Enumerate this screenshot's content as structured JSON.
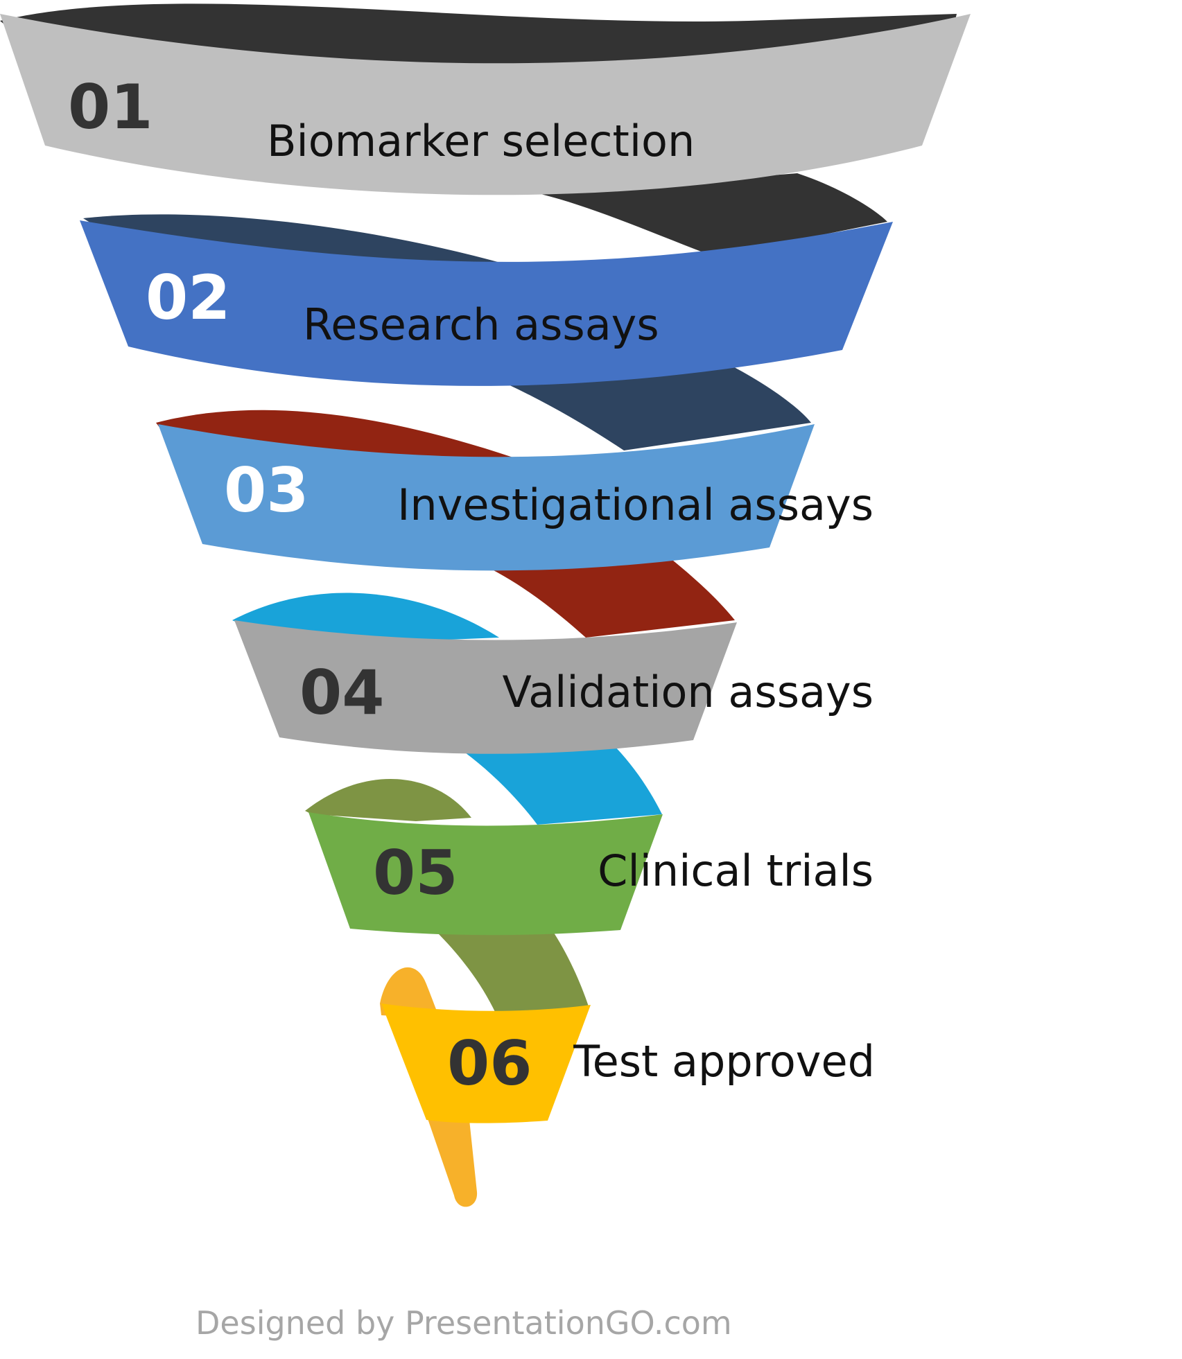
{
  "steps": [
    {
      "number": "01",
      "label": "Biomarker selection",
      "band_color": "#bfbfbf",
      "back_color": "#333333",
      "number_color": "#333333"
    },
    {
      "number": "02",
      "label": "Research assays",
      "band_color": "#4472c4",
      "back_color": "#2e4460",
      "number_color": "#ffffff"
    },
    {
      "number": "03",
      "label": "Investigational assays",
      "band_color": "#5b9bd5",
      "back_color": "#922412",
      "number_color": "#ffffff"
    },
    {
      "number": "04",
      "label": "Validation assays",
      "band_color": "#a5a5a5",
      "back_color": "#19a3d9",
      "number_color": "#333333"
    },
    {
      "number": "05",
      "label": "Clinical trials",
      "band_color": "#70ad47",
      "back_color": "#7e9444",
      "number_color": "#333333"
    },
    {
      "number": "06",
      "label": "Test approved",
      "band_color": "#ffc000",
      "back_color": "#f7b12a",
      "number_color": "#333333"
    }
  ],
  "credit": "Designed by PresentationGO.com"
}
